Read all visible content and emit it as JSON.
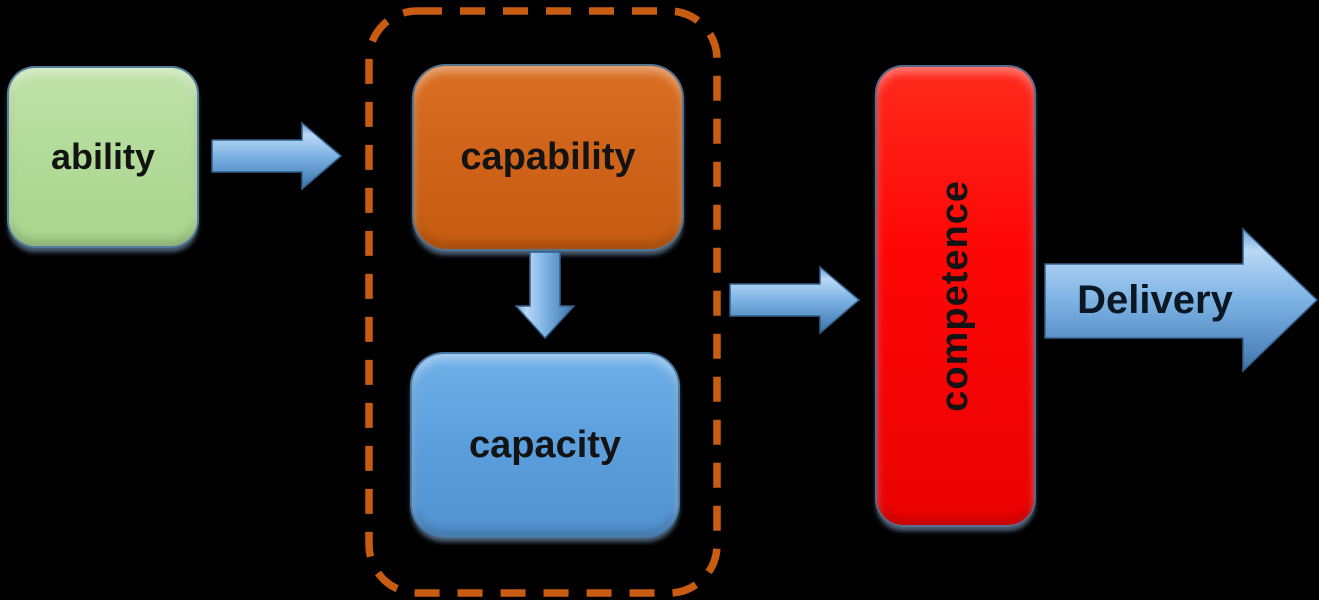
{
  "diagram": {
    "title": "ability-capability-capacity-competence flow",
    "background_color": "#000000",
    "nodes": {
      "ability": {
        "label": "ability",
        "color": "#b3dc9a",
        "shape": "rounded-rect"
      },
      "capability": {
        "label": "capability",
        "color": "#d0641a",
        "shape": "rounded-rect"
      },
      "capacity": {
        "label": "capacity",
        "color": "#5da0de",
        "shape": "rounded-rect"
      },
      "competence": {
        "label": "competence",
        "color": "#fe0606",
        "shape": "rounded-rect",
        "text_orientation": "vertical-bottom-to-top"
      }
    },
    "group": {
      "contains": [
        "capability",
        "capacity"
      ],
      "border_color": "#c75c12",
      "border_style": "dashed"
    },
    "arrows": {
      "color": "#6aa6dc",
      "ability_to_group": {
        "direction": "right",
        "label": ""
      },
      "capability_to_capacity": {
        "direction": "down",
        "label": ""
      },
      "group_to_competence": {
        "direction": "right",
        "label": ""
      },
      "competence_out": {
        "direction": "right",
        "label": "Delivery"
      }
    }
  }
}
